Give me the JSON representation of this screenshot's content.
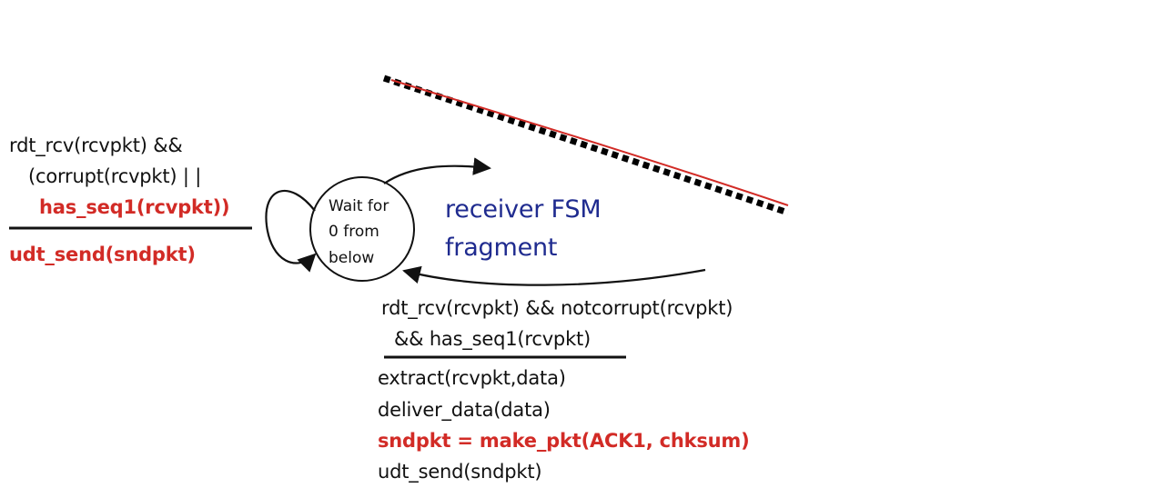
{
  "colors": {
    "text": "#111111",
    "action_red": "#d22b26",
    "caption_blue": "#1f2b8f",
    "dashed_line": "#000000",
    "red_line": "#d22b26"
  },
  "left_transition": {
    "event_lines": [
      "rdt_rcv(rcvpkt) &&",
      "(corrupt(rcvpkt) | |",
      "has_seq1(rcvpkt))"
    ],
    "action_lines": [
      "udt_send(sndpkt)"
    ]
  },
  "state": {
    "label_lines": [
      "Wait for",
      "0 from",
      "below"
    ]
  },
  "caption": {
    "lines": [
      "receiver FSM",
      "fragment"
    ]
  },
  "bottom_transition": {
    "event_lines": [
      "rdt_rcv(rcvpkt) && notcorrupt(rcvpkt)",
      "&& has_seq1(rcvpkt)"
    ],
    "action_lines": [
      "extract(rcvpkt,data)",
      "deliver_data(data)",
      "sndpkt = make_pkt(ACK1, chksum)",
      "udt_send(sndpkt)"
    ]
  }
}
